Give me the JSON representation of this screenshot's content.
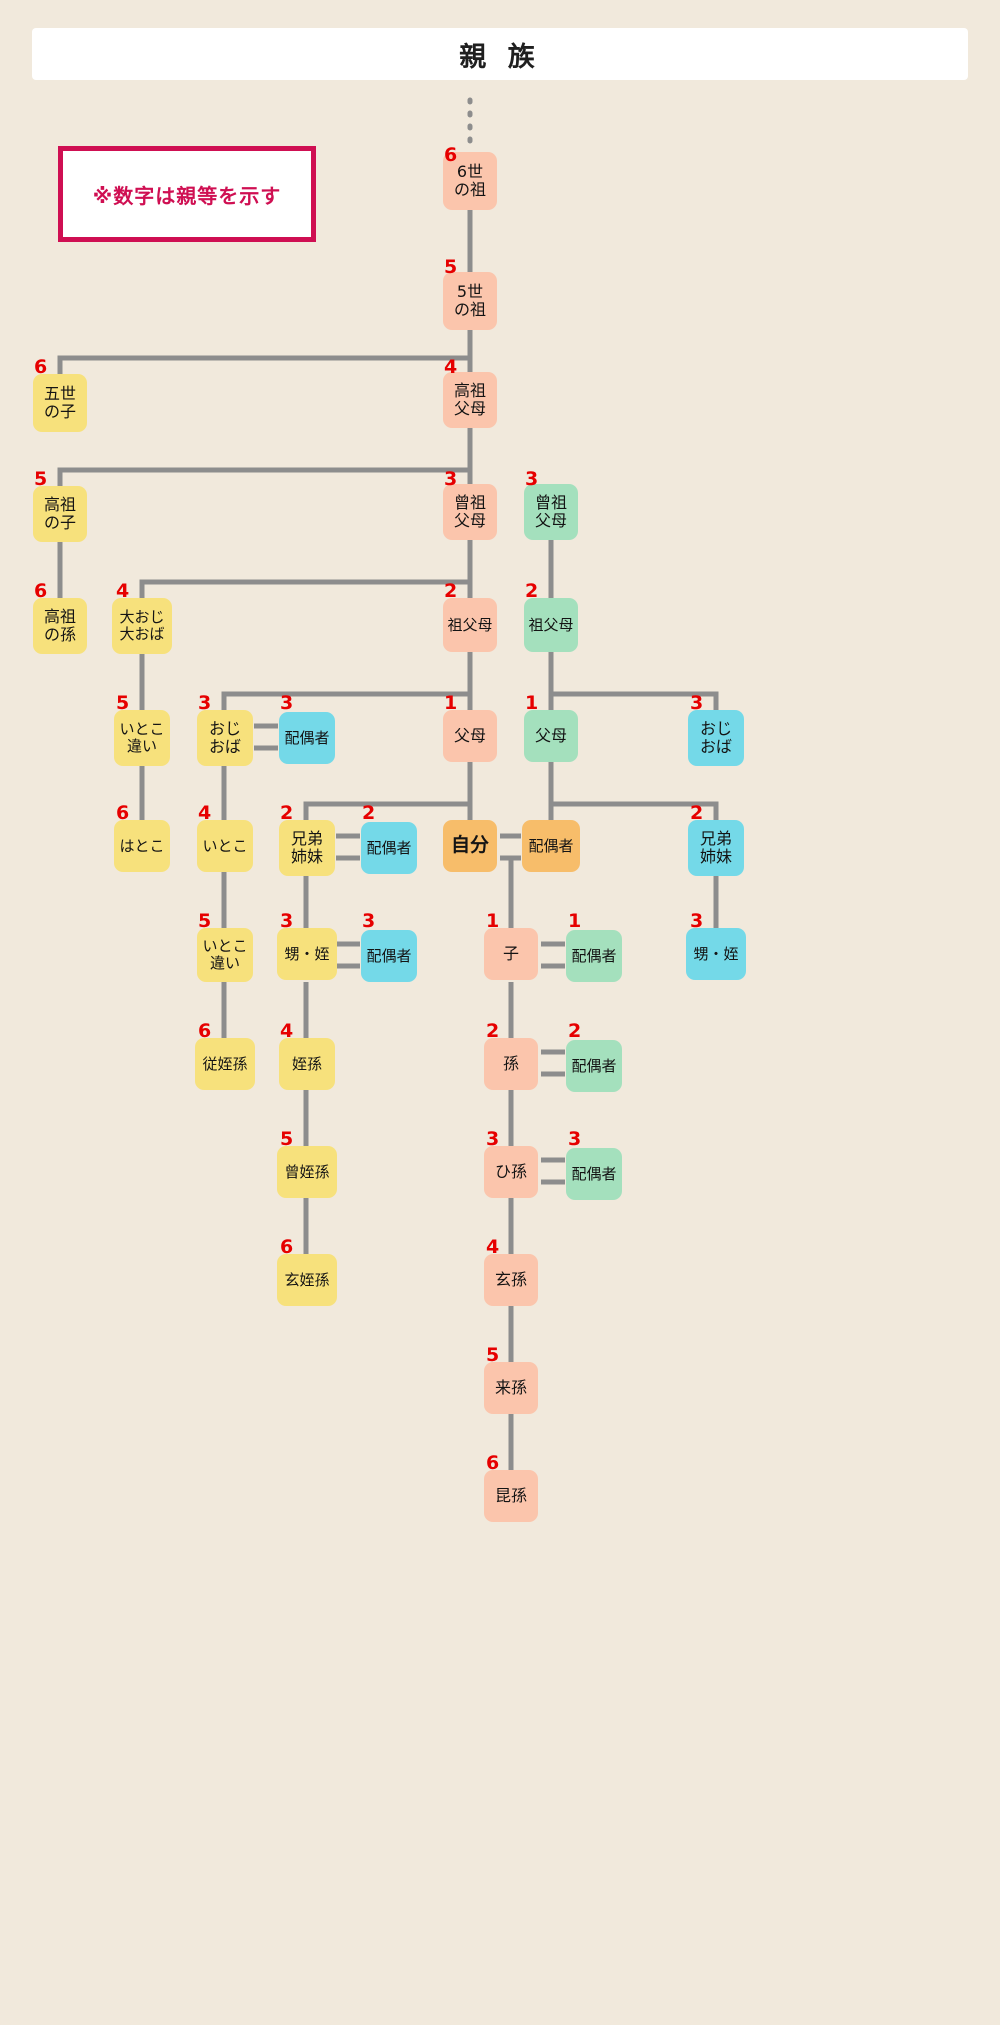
{
  "header": {
    "title": "親 族"
  },
  "legend": {
    "text": "※数字は親等を示す"
  },
  "colors": {
    "background": "#f1e9dc",
    "salmon": "#fbc5ac",
    "yellow": "#f7e17c",
    "green": "#a4e0bd",
    "blue": "#74d9e8",
    "orange": "#f7bd6a",
    "degree_number": "#e60000",
    "line": "#8d8d8d",
    "legend_border": "#cf0f52",
    "title_bg": "#ffffff"
  },
  "nodes": {
    "n_6sei_no_so": {
      "label": "6世\nの祖",
      "degree": "6"
    },
    "n_5sei_no_so": {
      "label": "5世\nの祖",
      "degree": "5"
    },
    "n_kouso_fubo": {
      "label": "高祖\n父母",
      "degree": "4"
    },
    "n_souso_fubo_L": {
      "label": "曾祖\n父母",
      "degree": "3"
    },
    "n_sofubo_L": {
      "label": "祖父母",
      "degree": "2"
    },
    "n_fubo_L": {
      "label": "父母",
      "degree": "1"
    },
    "n_souso_fubo_R": {
      "label": "曾祖\n父母",
      "degree": "3"
    },
    "n_sofubo_R": {
      "label": "祖父母",
      "degree": "2"
    },
    "n_fubo_R": {
      "label": "父母",
      "degree": "1"
    },
    "n_gosei_no_ko": {
      "label": "五世\nの子",
      "degree": "6"
    },
    "n_kouso_no_ko": {
      "label": "高祖\nの子",
      "degree": "5"
    },
    "n_kouso_no_mago": {
      "label": "高祖\nの孫",
      "degree": "6"
    },
    "n_ooji_ooba": {
      "label": "大おじ\n大おば",
      "degree": "4"
    },
    "n_itoko_chigai_a": {
      "label": "いとこ\n違い",
      "degree": "5"
    },
    "n_hatoko": {
      "label": "はとこ",
      "degree": "6"
    },
    "n_oji_oba_L": {
      "label": "おじ\nおば",
      "degree": "3"
    },
    "n_oji_oba_L_spouse": {
      "label": "配偶者",
      "degree": "3"
    },
    "n_itoko": {
      "label": "いとこ",
      "degree": "4"
    },
    "n_itoko_chigai_b": {
      "label": "いとこ\n違い",
      "degree": "5"
    },
    "n_juutetsuson": {
      "label": "従姪孫",
      "degree": "6"
    },
    "n_kyoudai_L": {
      "label": "兄弟\n姉妹",
      "degree": "2"
    },
    "n_kyoudai_L_spouse": {
      "label": "配偶者",
      "degree": "2"
    },
    "n_oi_mei_L": {
      "label": "甥・姪",
      "degree": "3"
    },
    "n_oi_mei_L_spouse": {
      "label": "配偶者",
      "degree": "3"
    },
    "n_tetsuson": {
      "label": "姪孫",
      "degree": "4"
    },
    "n_sou_tetsuson": {
      "label": "曾姪孫",
      "degree": "5"
    },
    "n_gen_tetsuson": {
      "label": "玄姪孫",
      "degree": "6"
    },
    "n_jibun": {
      "label": "自分",
      "degree": ""
    },
    "n_jibun_spouse": {
      "label": "配偶者",
      "degree": ""
    },
    "n_oji_oba_R": {
      "label": "おじ\nおば",
      "degree": "3"
    },
    "n_kyoudai_R": {
      "label": "兄弟\n姉妹",
      "degree": "2"
    },
    "n_oi_mei_R": {
      "label": "甥・姪",
      "degree": "3"
    },
    "n_ko": {
      "label": "子",
      "degree": "1"
    },
    "n_ko_spouse": {
      "label": "配偶者",
      "degree": "1"
    },
    "n_mago": {
      "label": "孫",
      "degree": "2"
    },
    "n_mago_spouse": {
      "label": "配偶者",
      "degree": "2"
    },
    "n_himago": {
      "label": "ひ孫",
      "degree": "3"
    },
    "n_himago_spouse": {
      "label": "配偶者",
      "degree": "3"
    },
    "n_yashago": {
      "label": "玄孫",
      "degree": "4"
    },
    "n_raison": {
      "label": "来孫",
      "degree": "5"
    },
    "n_konson": {
      "label": "昆孫",
      "degree": "6"
    }
  }
}
